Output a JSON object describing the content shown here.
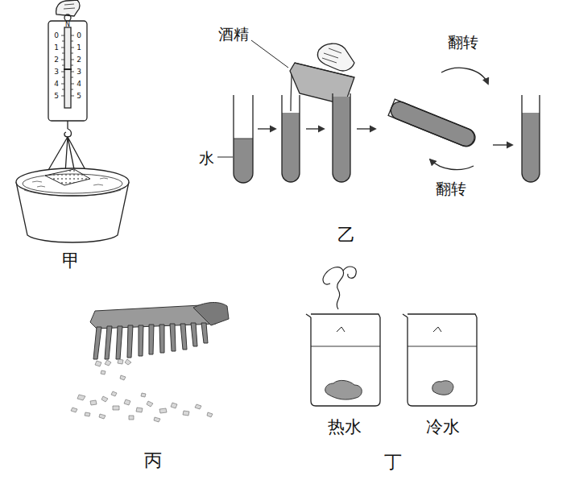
{
  "diagram": {
    "labels": [
      "N",
      "0",
      "1",
      "2",
      "3",
      "4",
      "5",
      "0",
      "1",
      "2",
      "3",
      "4",
      "5",
      "酒精",
      "翻转",
      "水",
      "翻转",
      "甲",
      "乙",
      "丙",
      "热水",
      "冷水",
      "丁"
    ]
  }
}
